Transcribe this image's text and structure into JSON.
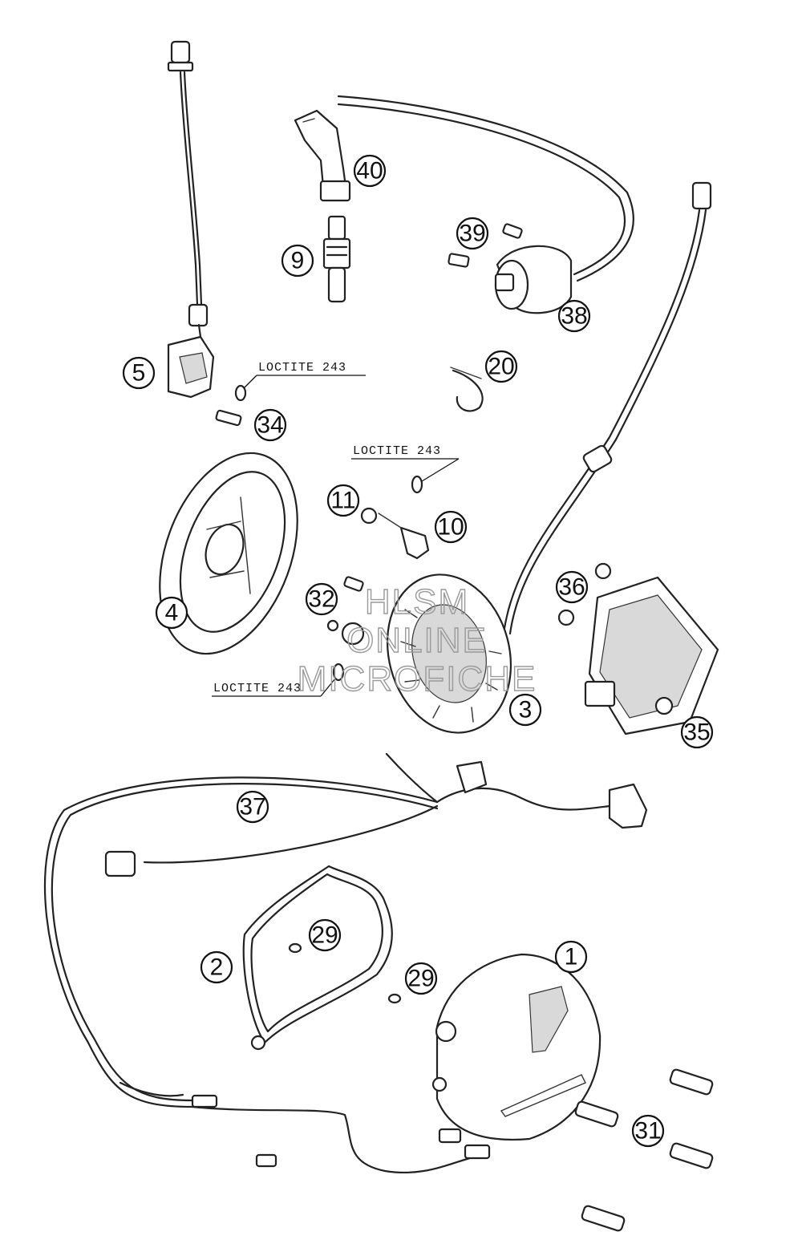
{
  "callouts": [
    {
      "label": "40"
    },
    {
      "label": "9"
    },
    {
      "label": "39"
    },
    {
      "label": "38"
    },
    {
      "label": "5"
    },
    {
      "label": "20"
    },
    {
      "label": "34"
    },
    {
      "label": "11"
    },
    {
      "label": "10"
    },
    {
      "label": "4"
    },
    {
      "label": "32"
    },
    {
      "label": "36"
    },
    {
      "label": "3"
    },
    {
      "label": "35"
    },
    {
      "label": "37"
    },
    {
      "label": "29"
    },
    {
      "label": "2"
    },
    {
      "label": "1"
    },
    {
      "label": "29"
    },
    {
      "label": "31"
    }
  ],
  "notes": [
    {
      "text": "LOCTITE 243"
    },
    {
      "text": "LOCTITE 243"
    },
    {
      "text": "LOCTITE 243"
    }
  ],
  "watermark": [
    "HLSM",
    "ONLINE",
    "MICROFICHE"
  ]
}
